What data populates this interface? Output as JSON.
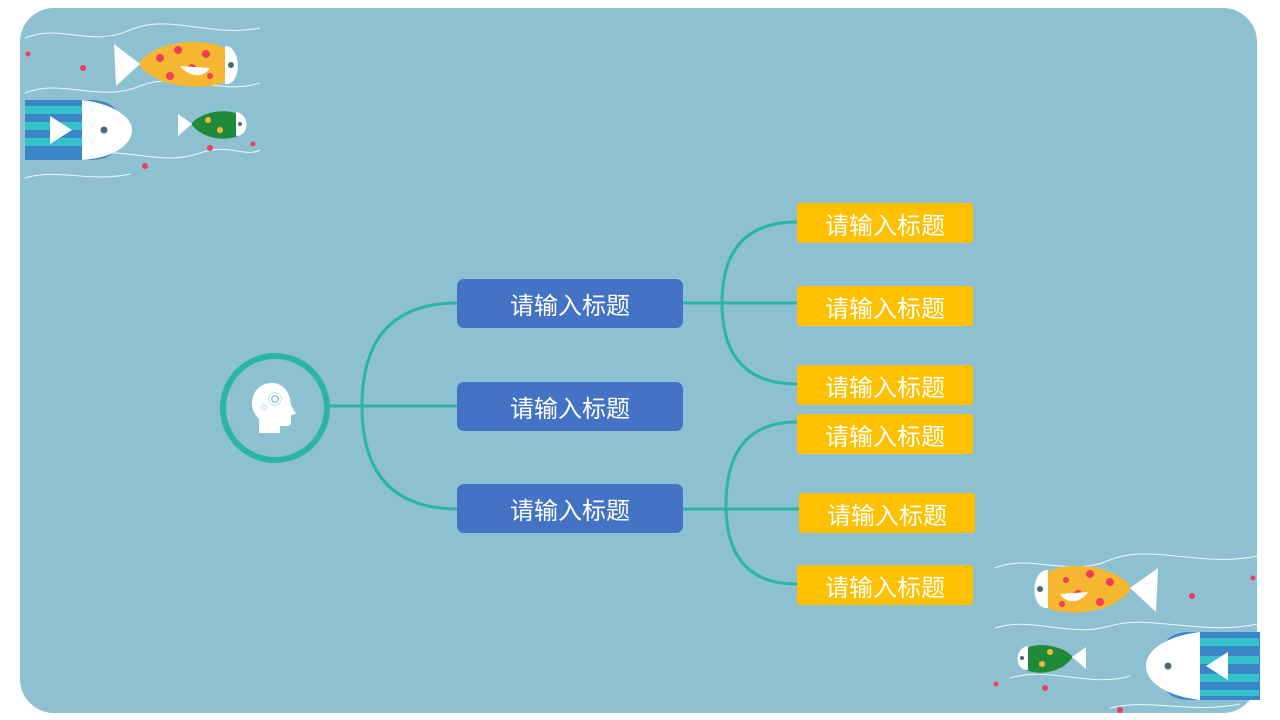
{
  "diagram": {
    "root": {
      "icon": "head-gears-icon"
    },
    "branches": [
      {
        "label": "请输入标题",
        "children": [
          "请输入标题",
          "请输入标题",
          "请输入标题"
        ]
      },
      {
        "label": "请输入标题",
        "children": []
      },
      {
        "label": "请输入标题",
        "children": [
          "请输入标题",
          "请输入标题",
          "请输入标题"
        ]
      }
    ]
  },
  "colors": {
    "background": "#8dc1d2",
    "connector": "#2ab5a5",
    "branch_fill": "#4472c4",
    "leaf_fill": "#ffc000",
    "text": "#ffffff"
  },
  "decorations": [
    "fish-illustration-top-left",
    "fish-illustration-bottom-right"
  ]
}
